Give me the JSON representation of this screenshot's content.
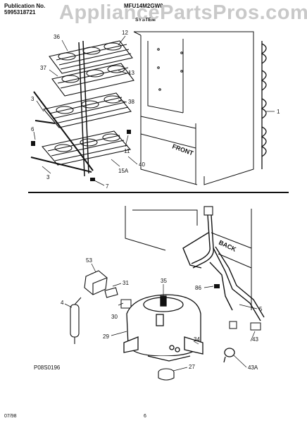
{
  "header": {
    "publication_label": "Publication No.",
    "publication_number": "5995318721",
    "model": "MFU14M2GW0",
    "section": "SYSTEM"
  },
  "watermark": "AppliancePartsPros.com",
  "top_diagram": {
    "callouts": [
      "36",
      "12",
      "37",
      "13",
      "3",
      "38",
      "6",
      "11",
      "40",
      "15A",
      "3",
      "7",
      "1"
    ],
    "cabinet_label": "FRONT"
  },
  "bottom_diagram": {
    "callouts": [
      "53",
      "31",
      "35",
      "86",
      "4",
      "30",
      "5",
      "29",
      "34",
      "43",
      "27",
      "43A"
    ],
    "cabinet_label": "BACK",
    "drawing_code": "P08S0196"
  },
  "footer": {
    "date": "07/98",
    "page": "6"
  }
}
